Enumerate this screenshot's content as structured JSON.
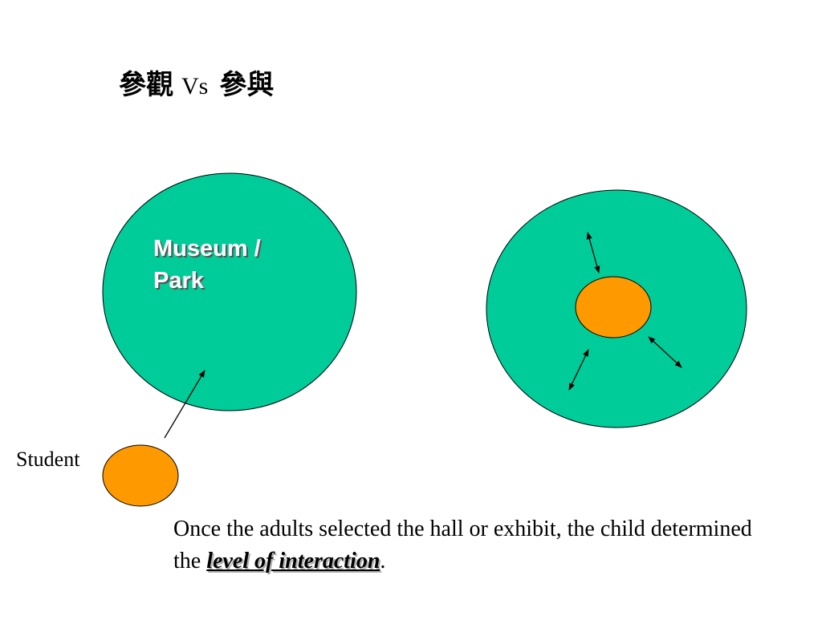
{
  "title": {
    "left": "參觀",
    "vs": "Vs",
    "right": "參與"
  },
  "circle_label": {
    "line1": "Museum /",
    "line2": "Park"
  },
  "student_label": "Student",
  "caption": {
    "before": "Once the adults selected the hall or exhibit, the child determined the ",
    "emphasis": "level of interaction",
    "after": "."
  },
  "colors": {
    "environment": "#00CC99",
    "participant": "#FF9900",
    "outline": "#000000"
  }
}
